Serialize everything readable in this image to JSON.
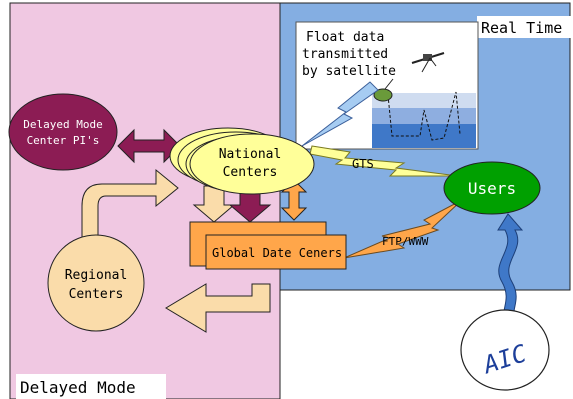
{
  "regions": {
    "delayed_mode_label": "Delayed Mode",
    "real_time_label": "Real Time"
  },
  "float_box": {
    "caption_lines": [
      "Float data",
      "transmitted",
      "by satellite"
    ]
  },
  "nodes": {
    "delayed_mode_center": [
      "Delayed Mode",
      "Center PI's"
    ],
    "national_centers": [
      "National",
      "Centers"
    ],
    "users": "Users",
    "global_data_centers": "Global Date Ceners",
    "regional_centers": [
      "Regional",
      "Centers"
    ],
    "aic": "AIC"
  },
  "links": {
    "gts": "GTS",
    "ftp_www": "FTP/WWW"
  },
  "colors": {
    "delayed_bg": "#f0c8e2",
    "realtime_bg": "#84aee2",
    "purple": "#8c1c54",
    "cream": "#fadcaa",
    "yellow": "#ffff99",
    "green": "#00a000",
    "lightning_blue": "#a6ccf2",
    "arrow_orange": "#ffa64a"
  }
}
